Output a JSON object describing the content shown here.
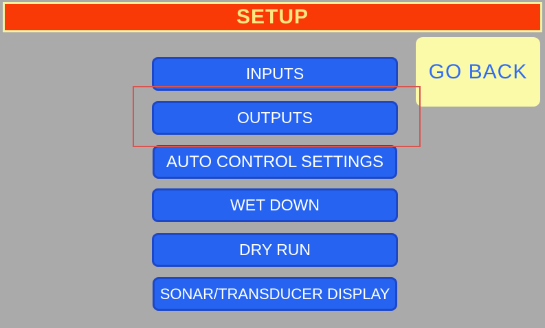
{
  "header": {
    "title": "SETUP",
    "background_color": "#f93a06",
    "border_color": "#f2f2a0",
    "text_color": "#ffe680"
  },
  "screen": {
    "background_color": "#aaaaaa"
  },
  "menu": {
    "button_fill_color": "#2563f0",
    "button_border_color": "#1d47c9",
    "button_text_color": "#ffffff",
    "items": [
      {
        "label": "INPUTS"
      },
      {
        "label": "OUTPUTS"
      },
      {
        "label": "AUTO CONTROL SETTINGS"
      },
      {
        "label": "WET DOWN"
      },
      {
        "label": "DRY RUN"
      },
      {
        "label": "SONAR/TRANSDUCER DISPLAY"
      }
    ]
  },
  "go_back": {
    "label": "GO BACK",
    "background_color": "#fbfaa8",
    "text_color": "#2e6bf5"
  },
  "annotation": {
    "color": "#d9534f",
    "target": "OUTPUTS"
  }
}
